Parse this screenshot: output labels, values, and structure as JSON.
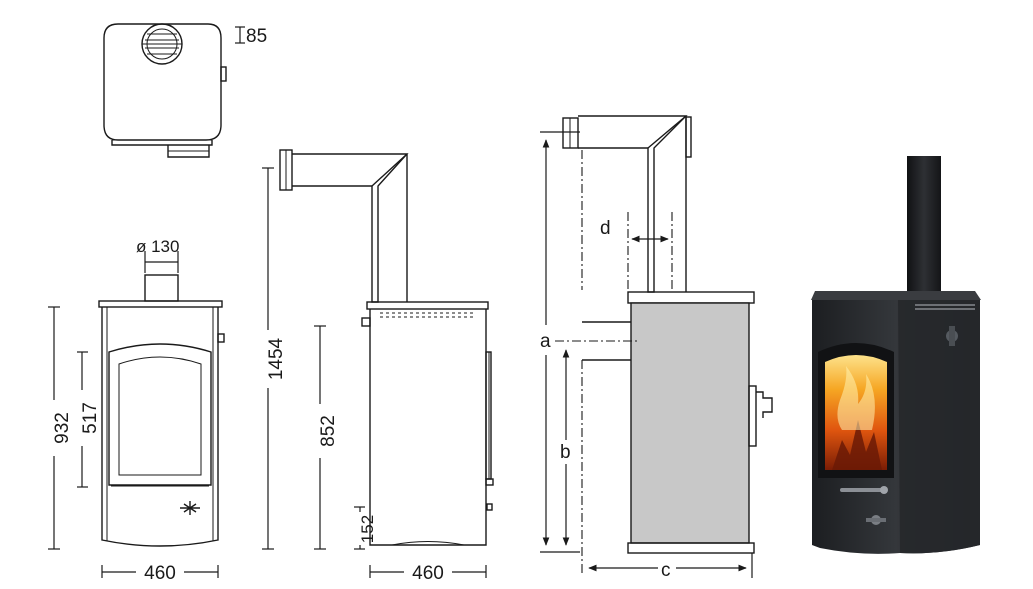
{
  "top_view": {
    "dim_depth_offset": "85"
  },
  "front_view": {
    "dim_flue_diameter": "ø 130",
    "dim_height": "932",
    "dim_door_height": "517",
    "dim_width": "460"
  },
  "side_view": {
    "dim_total_height_with_flue": "1454",
    "dim_rear_outlet_height": "852",
    "dim_air_inlet_height": "152",
    "dim_width": "460"
  },
  "rear_connection_view": {
    "label_a": "a",
    "label_b": "b",
    "label_c": "c",
    "label_d": "d"
  },
  "colors": {
    "line": "#1a1a1a",
    "panel_gray": "#c8c8c8",
    "stove_body": "#2b2d30",
    "fire": "#f08a1c"
  }
}
